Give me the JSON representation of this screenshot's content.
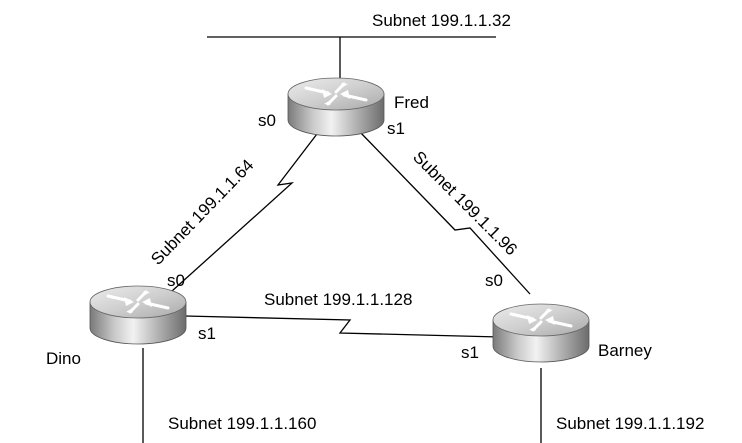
{
  "routers": {
    "fred": {
      "name": "Fred",
      "s0": "s0",
      "s1": "s1"
    },
    "dino": {
      "name": "Dino",
      "s0": "s0",
      "s1": "s1"
    },
    "barney": {
      "name": "Barney",
      "s0": "s0",
      "s1": "s1"
    }
  },
  "subnets": {
    "top": "Subnet 199.1.1.32",
    "fred_dino": "Subnet 199.1.1.64",
    "fred_barney": "Subnet 199.1.1.96",
    "dino_barney": "Subnet 199.1.1.128",
    "dino_lan": "Subnet 199.1.1.160",
    "barney_lan": "Subnet 199.1.1.192"
  }
}
